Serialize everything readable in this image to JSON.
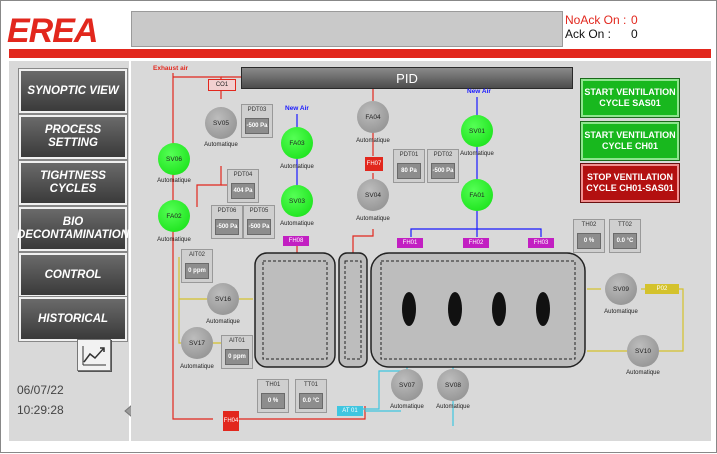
{
  "header": {
    "logo_text": "EREA",
    "noack_label": "NoAck On :",
    "noack_value": "0",
    "ack_label": "Ack On :",
    "ack_value": "0"
  },
  "nav": {
    "items": [
      {
        "label": "SYNOPTIC VIEW"
      },
      {
        "label": "PROCESS SETTING"
      },
      {
        "label": "TIGHTNESS CYCLES"
      },
      {
        "label": "BIO DECONTAMINATION"
      },
      {
        "label": "CONTROL"
      },
      {
        "label": "HISTORICAL"
      }
    ],
    "trend_icon": "trend-chart-icon",
    "date": "06/07/22",
    "time": "10:29:28",
    "back_icon": "arrow-left-icon"
  },
  "pid": {
    "title": "PID",
    "labels": {
      "exhaust": "Exhaust air",
      "new_air_1": "New Air",
      "new_air_2": "New Air"
    },
    "buttons": {
      "start_sas01": "START VENTILATION CYCLE SAS01",
      "start_ch01": "START VENTILATION CYCLE CH01",
      "stop": "STOP VENTILATION CYCLE CH01-SAS01"
    },
    "mode": "Automatique",
    "valves": {
      "sv05": "SV05",
      "sv06": "SV06",
      "fa02": "FA02",
      "fa03": "FA03",
      "sv03": "SV03",
      "fa04": "FA04",
      "sv04": "SV04",
      "sv01": "SV01",
      "fa01": "FA01",
      "sv16": "SV16",
      "sv17": "SV17",
      "sv07": "SV07",
      "sv08": "SV08",
      "sv09": "SV09",
      "sv10": "SV10"
    },
    "sensors": {
      "pdt03": {
        "name": "PDT03",
        "value": "-500 Pa"
      },
      "pdt04": {
        "name": "PDT04",
        "value": "404 Pa"
      },
      "pdt06": {
        "name": "PDT06",
        "value": "-500 Pa"
      },
      "pdt05": {
        "name": "PDT05",
        "value": "-500 Pa"
      },
      "pdt01": {
        "name": "PDT01",
        "value": "80 Pa"
      },
      "pdt02": {
        "name": "PDT02",
        "value": "-500 Pa"
      },
      "ait02": {
        "name": "AIT02",
        "value": "0 ppm"
      },
      "ait01": {
        "name": "AIT01",
        "value": "0 ppm"
      },
      "th01": {
        "name": "TH01",
        "value": "0 %"
      },
      "tt01": {
        "name": "TT01",
        "value": "0.0 °C"
      },
      "th02": {
        "name": "TH02",
        "value": "0 %"
      },
      "tt02": {
        "name": "TT02",
        "value": "0.0 °C"
      }
    },
    "tags": {
      "co1": "CO1",
      "fh07": "FH07",
      "fh08": "FH08",
      "fh01": "FH01",
      "fh02": "FH02",
      "fh03": "FH03",
      "fh04": "FH04",
      "p02": "P02",
      "ao01": "AT 01"
    },
    "colors": {
      "exhaust_line": "#e2271d",
      "new_air_line": "#1a1aff",
      "glycol_line": "#d4c22c",
      "water_line": "#3fc6e0",
      "valve_on": "#10dd10",
      "valve_off": "#8a8a8a"
    }
  }
}
